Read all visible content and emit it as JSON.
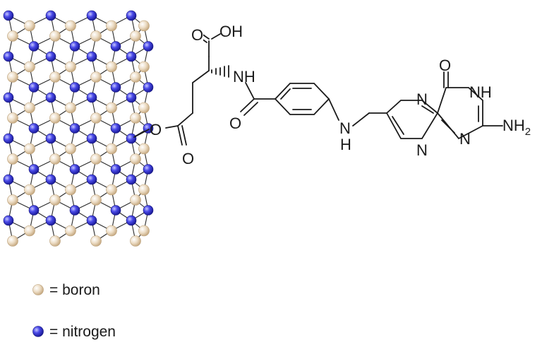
{
  "atoms": {
    "o_top": "O",
    "oh": "OH",
    "nh_amide1": "NH",
    "o_amide1": "O",
    "o_ester": "O",
    "o_ester_carbonyl": "O",
    "nh_amine": "N",
    "h_amine": "H",
    "n_pteridine_top": "N",
    "n_pteridine_bottom": "N",
    "n_pteridine_right": "N",
    "nh_lactam": "NH",
    "o_lactam": "O",
    "nh2": "NH",
    "nh2_sub": "2"
  },
  "legend": {
    "boron": {
      "label": "= boron",
      "color": "#e8d3b6"
    },
    "nitrogen": {
      "label": "= nitrogen",
      "color": "#3b3bd6"
    }
  }
}
